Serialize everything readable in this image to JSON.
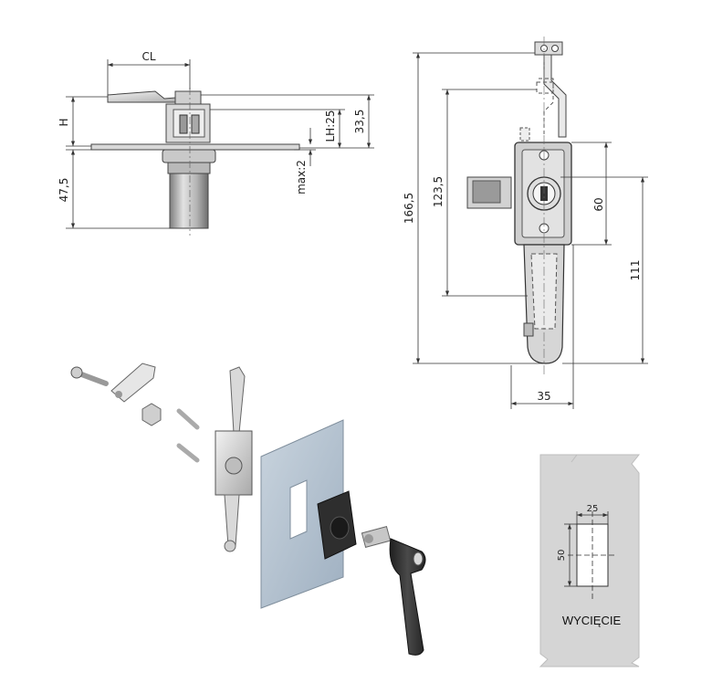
{
  "side_view": {
    "cl_label": "CL",
    "h_label": "H",
    "lh_label": "LH:25",
    "h335_label": "33,5",
    "max_label": "max:2",
    "d475_label": "47,5"
  },
  "front_view": {
    "d1665_label": "166,5",
    "d1235_label": "123,5",
    "d60_label": "60",
    "d111_label": "111",
    "d35_label": "35"
  },
  "cutout": {
    "width_label": "25",
    "height_label": "50",
    "caption": "WYCIĘCIE"
  },
  "colors": {
    "line": "#333333",
    "metal_light": "#d9d9d9",
    "metal_dark": "#8a8a8a",
    "handle_black": "#2b2b2b",
    "panel_blue": "#b9c6d3",
    "cutout_panel": "#d4d4d4"
  }
}
